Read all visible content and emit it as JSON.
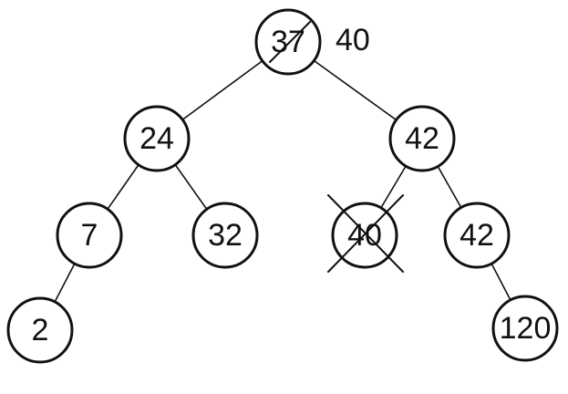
{
  "tree": {
    "nodes": [
      {
        "id": "root",
        "label": "37",
        "struck": "slash"
      },
      {
        "id": "left",
        "label": "24"
      },
      {
        "id": "right",
        "label": "42"
      },
      {
        "id": "left-left",
        "label": "7"
      },
      {
        "id": "left-right",
        "label": "32"
      },
      {
        "id": "right-left",
        "label": "40",
        "struck": "cross"
      },
      {
        "id": "right-right",
        "label": "42"
      },
      {
        "id": "left-left-left",
        "label": "2"
      },
      {
        "id": "right-right-right",
        "label": "120"
      }
    ],
    "edges": [
      [
        "root",
        "left"
      ],
      [
        "root",
        "right"
      ],
      [
        "left",
        "left-left"
      ],
      [
        "left",
        "left-right"
      ],
      [
        "right",
        "right-left"
      ],
      [
        "right",
        "right-right"
      ],
      [
        "left-left",
        "left-left-left"
      ],
      [
        "right-right",
        "right-right-right"
      ]
    ],
    "replacement_label": "40"
  }
}
